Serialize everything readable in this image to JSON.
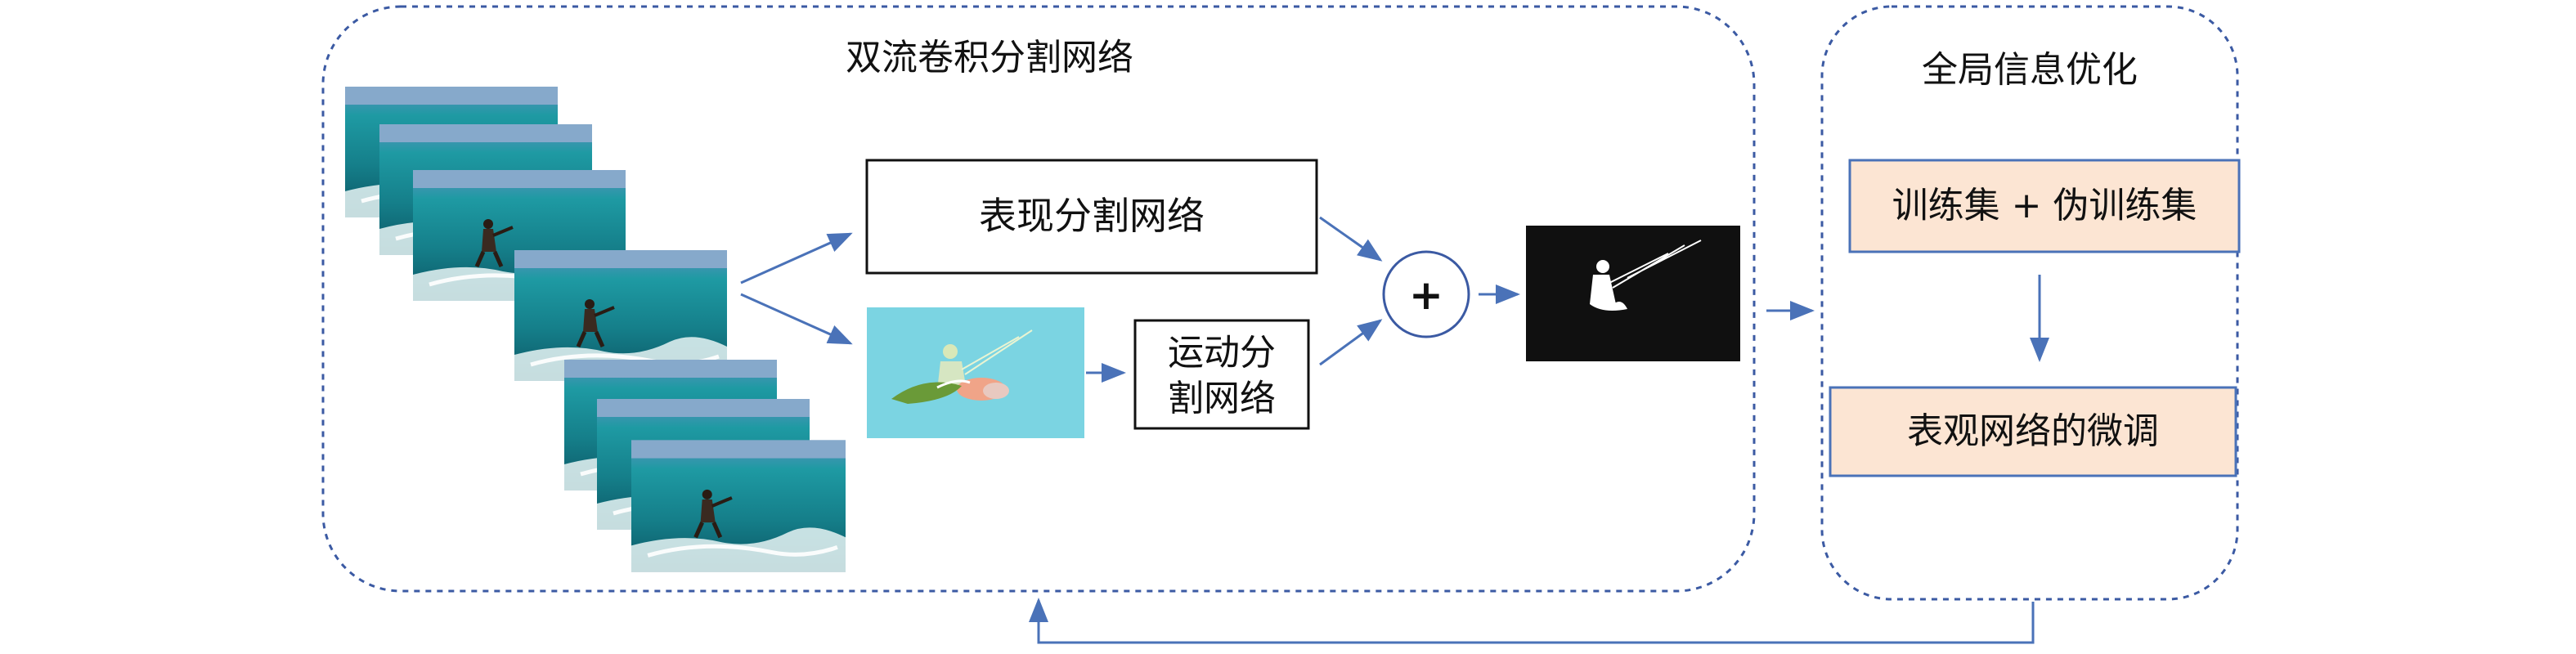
{
  "panels": {
    "left_title": "双流卷积分割网络",
    "right_title": "全局信息优化"
  },
  "nodes": {
    "appearance_net": "表现分割网络",
    "motion_net_line1": "运动分",
    "motion_net_line2": "割网络",
    "fusion_symbol": "+",
    "train_set": "训练集 + 伪训练集",
    "finetune": "表观网络的微调"
  },
  "colors": {
    "border_dashed": "#3b5aa3",
    "arrow": "#4a72b8",
    "orange_fill": "#fce5d3",
    "orange_border": "#4a72b8",
    "water_top": "#1f9aa0",
    "water_bottom": "#0c5f6a",
    "sky": "#7ea6c9",
    "flow_bg": "#7bd4e2",
    "mask_bg": "#101010"
  },
  "icons": {
    "frames": "video-frame-image",
    "flow": "optical-flow-image",
    "mask": "segmentation-mask-image"
  }
}
